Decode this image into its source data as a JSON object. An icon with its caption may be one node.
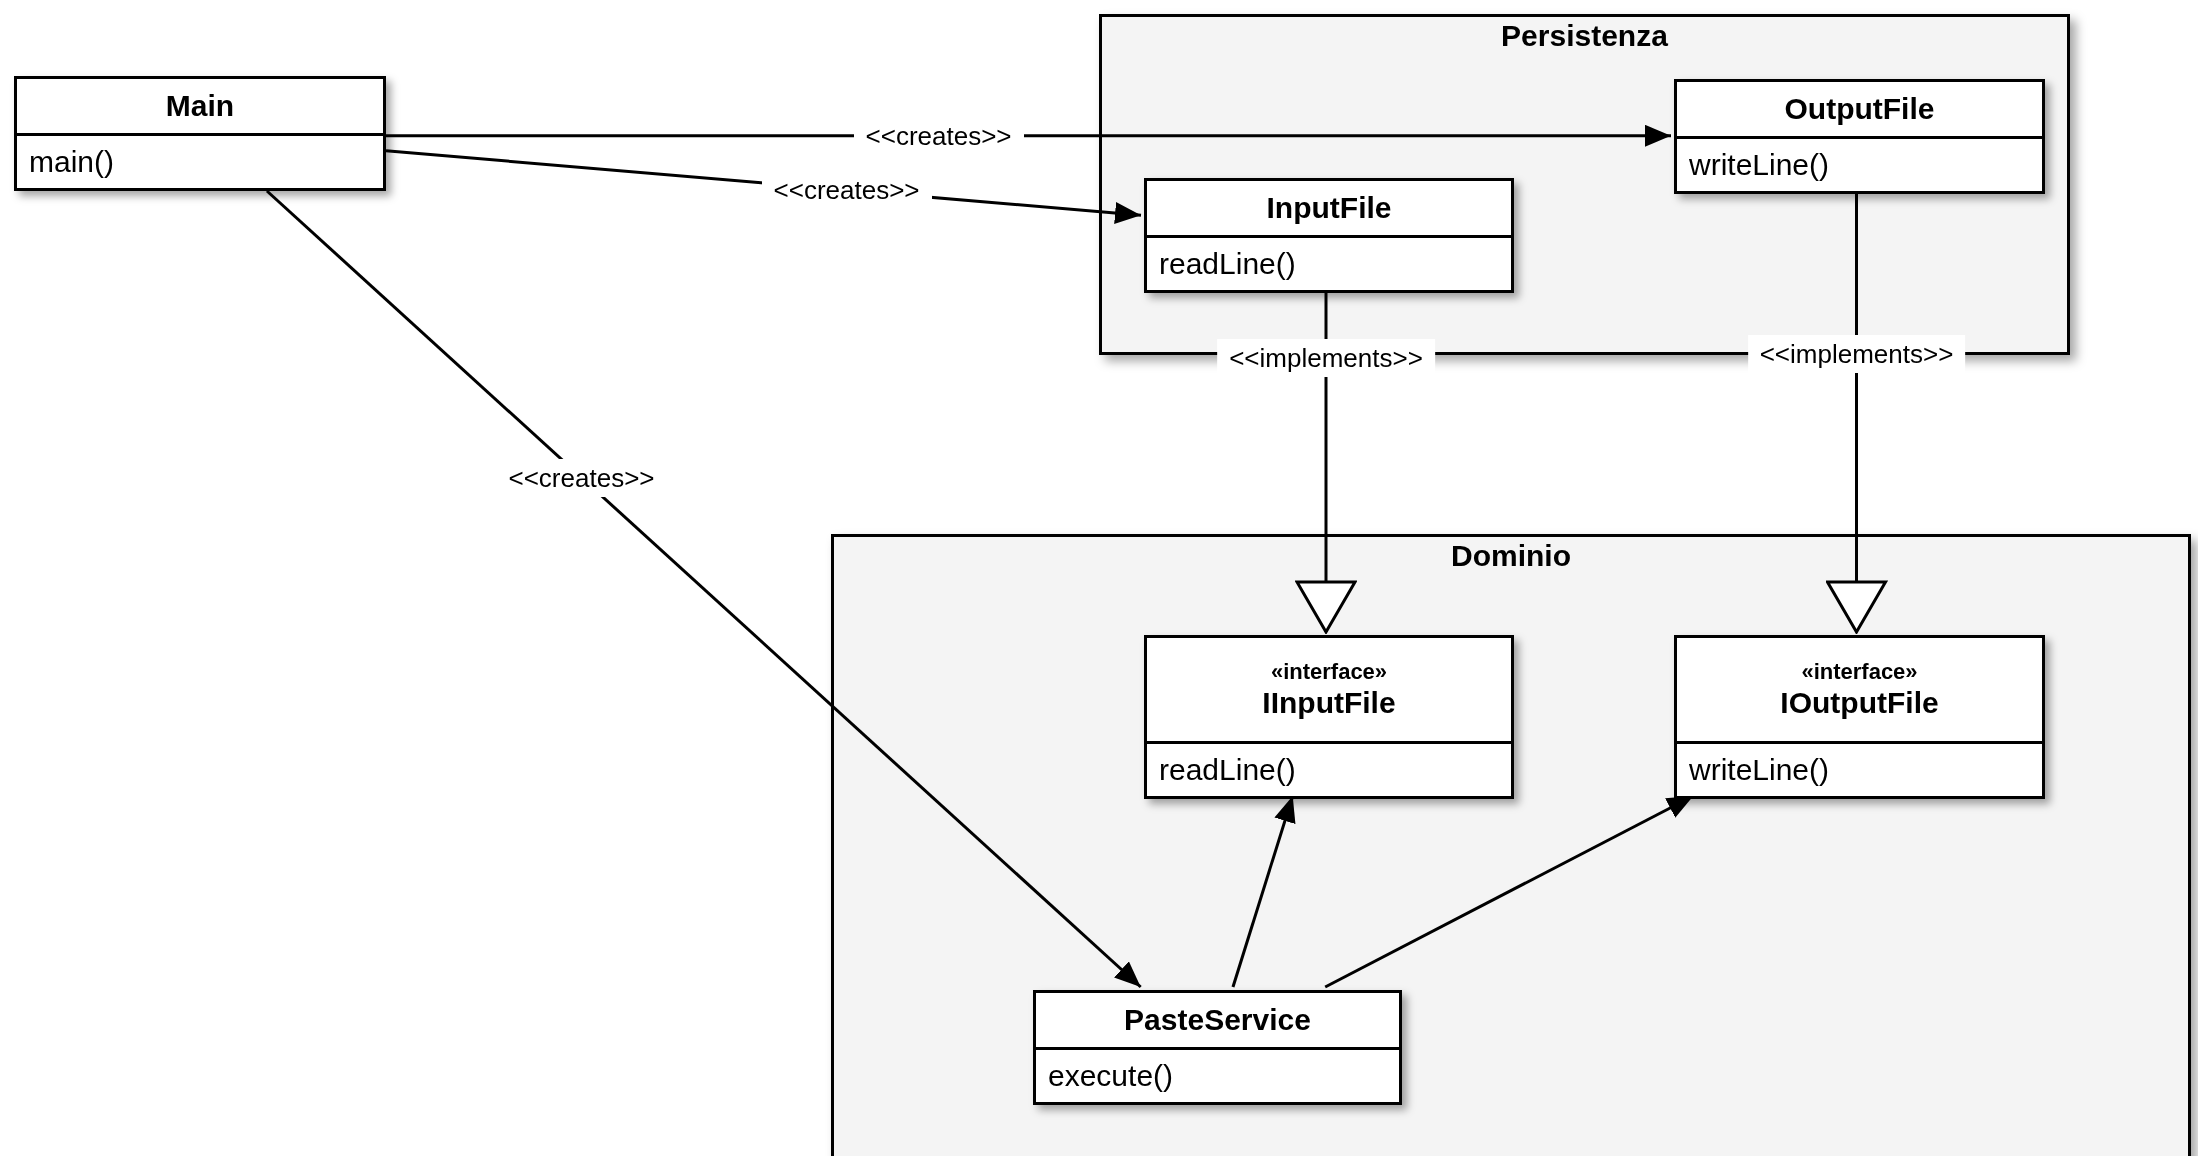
{
  "diagram": {
    "nodes": [
      {
        "text": [
          "Persistenza"
        ]
      },
      {
        "text": [
          "OutputFile",
          "writeLine()"
        ],
        "in": 0
      },
      {
        "text": [
          "InputFile",
          "readLine()"
        ],
        "in": 0
      },
      {
        "text": [
          "Main",
          "main()"
        ]
      },
      {
        "text": [
          "Dominio"
        ]
      },
      {
        "text": [
          "«interface»",
          "IInputFile",
          "readLine()"
        ],
        "in": 4
      },
      {
        "text": [
          "«interface»",
          "IOutputFile",
          "writeLine()"
        ],
        "in": 4
      },
      {
        "text": [
          "PasteService",
          "execute()"
        ],
        "in": 4
      }
    ],
    "edges": [
      {
        "from": 3,
        "to": 1,
        "arrow": "to",
        "label": "<<creates>>"
      },
      {
        "from": 3,
        "to": 2,
        "arrow": "to",
        "label": "<<creates>>"
      },
      {
        "from": 3,
        "to": 7,
        "arrow": "to",
        "label": "<<creates>>"
      },
      {
        "from": 2,
        "to": 5,
        "arrow": "to",
        "label": "<<implements>>"
      },
      {
        "from": 1,
        "to": 6,
        "arrow": "to",
        "label": "<<implements>>"
      },
      {
        "from": 7,
        "to": 5,
        "arrow": "to"
      },
      {
        "from": 7,
        "to": 6,
        "arrow": "to"
      }
    ]
  }
}
